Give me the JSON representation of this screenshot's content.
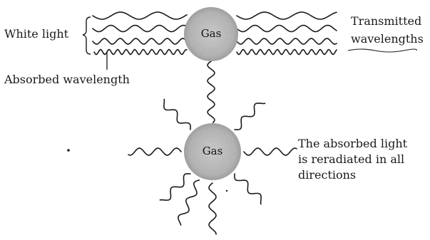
{
  "diagram": {
    "top_gas_label": "Gas",
    "bottom_gas_label": "Gas",
    "white_light_label": "White light",
    "transmitted_label_line1": "Transmitted",
    "transmitted_label_line2": "wavelengths",
    "absorbed_label": "Absorbed wavelength",
    "reradiated_label_line1": "The absorbed light",
    "reradiated_label_line2": "is reradiated in all",
    "reradiated_label_line3": "directions"
  },
  "colors": {
    "ink": "#1a1a1a",
    "gas_fill": "#b9b9b9",
    "background": "#ffffff"
  }
}
